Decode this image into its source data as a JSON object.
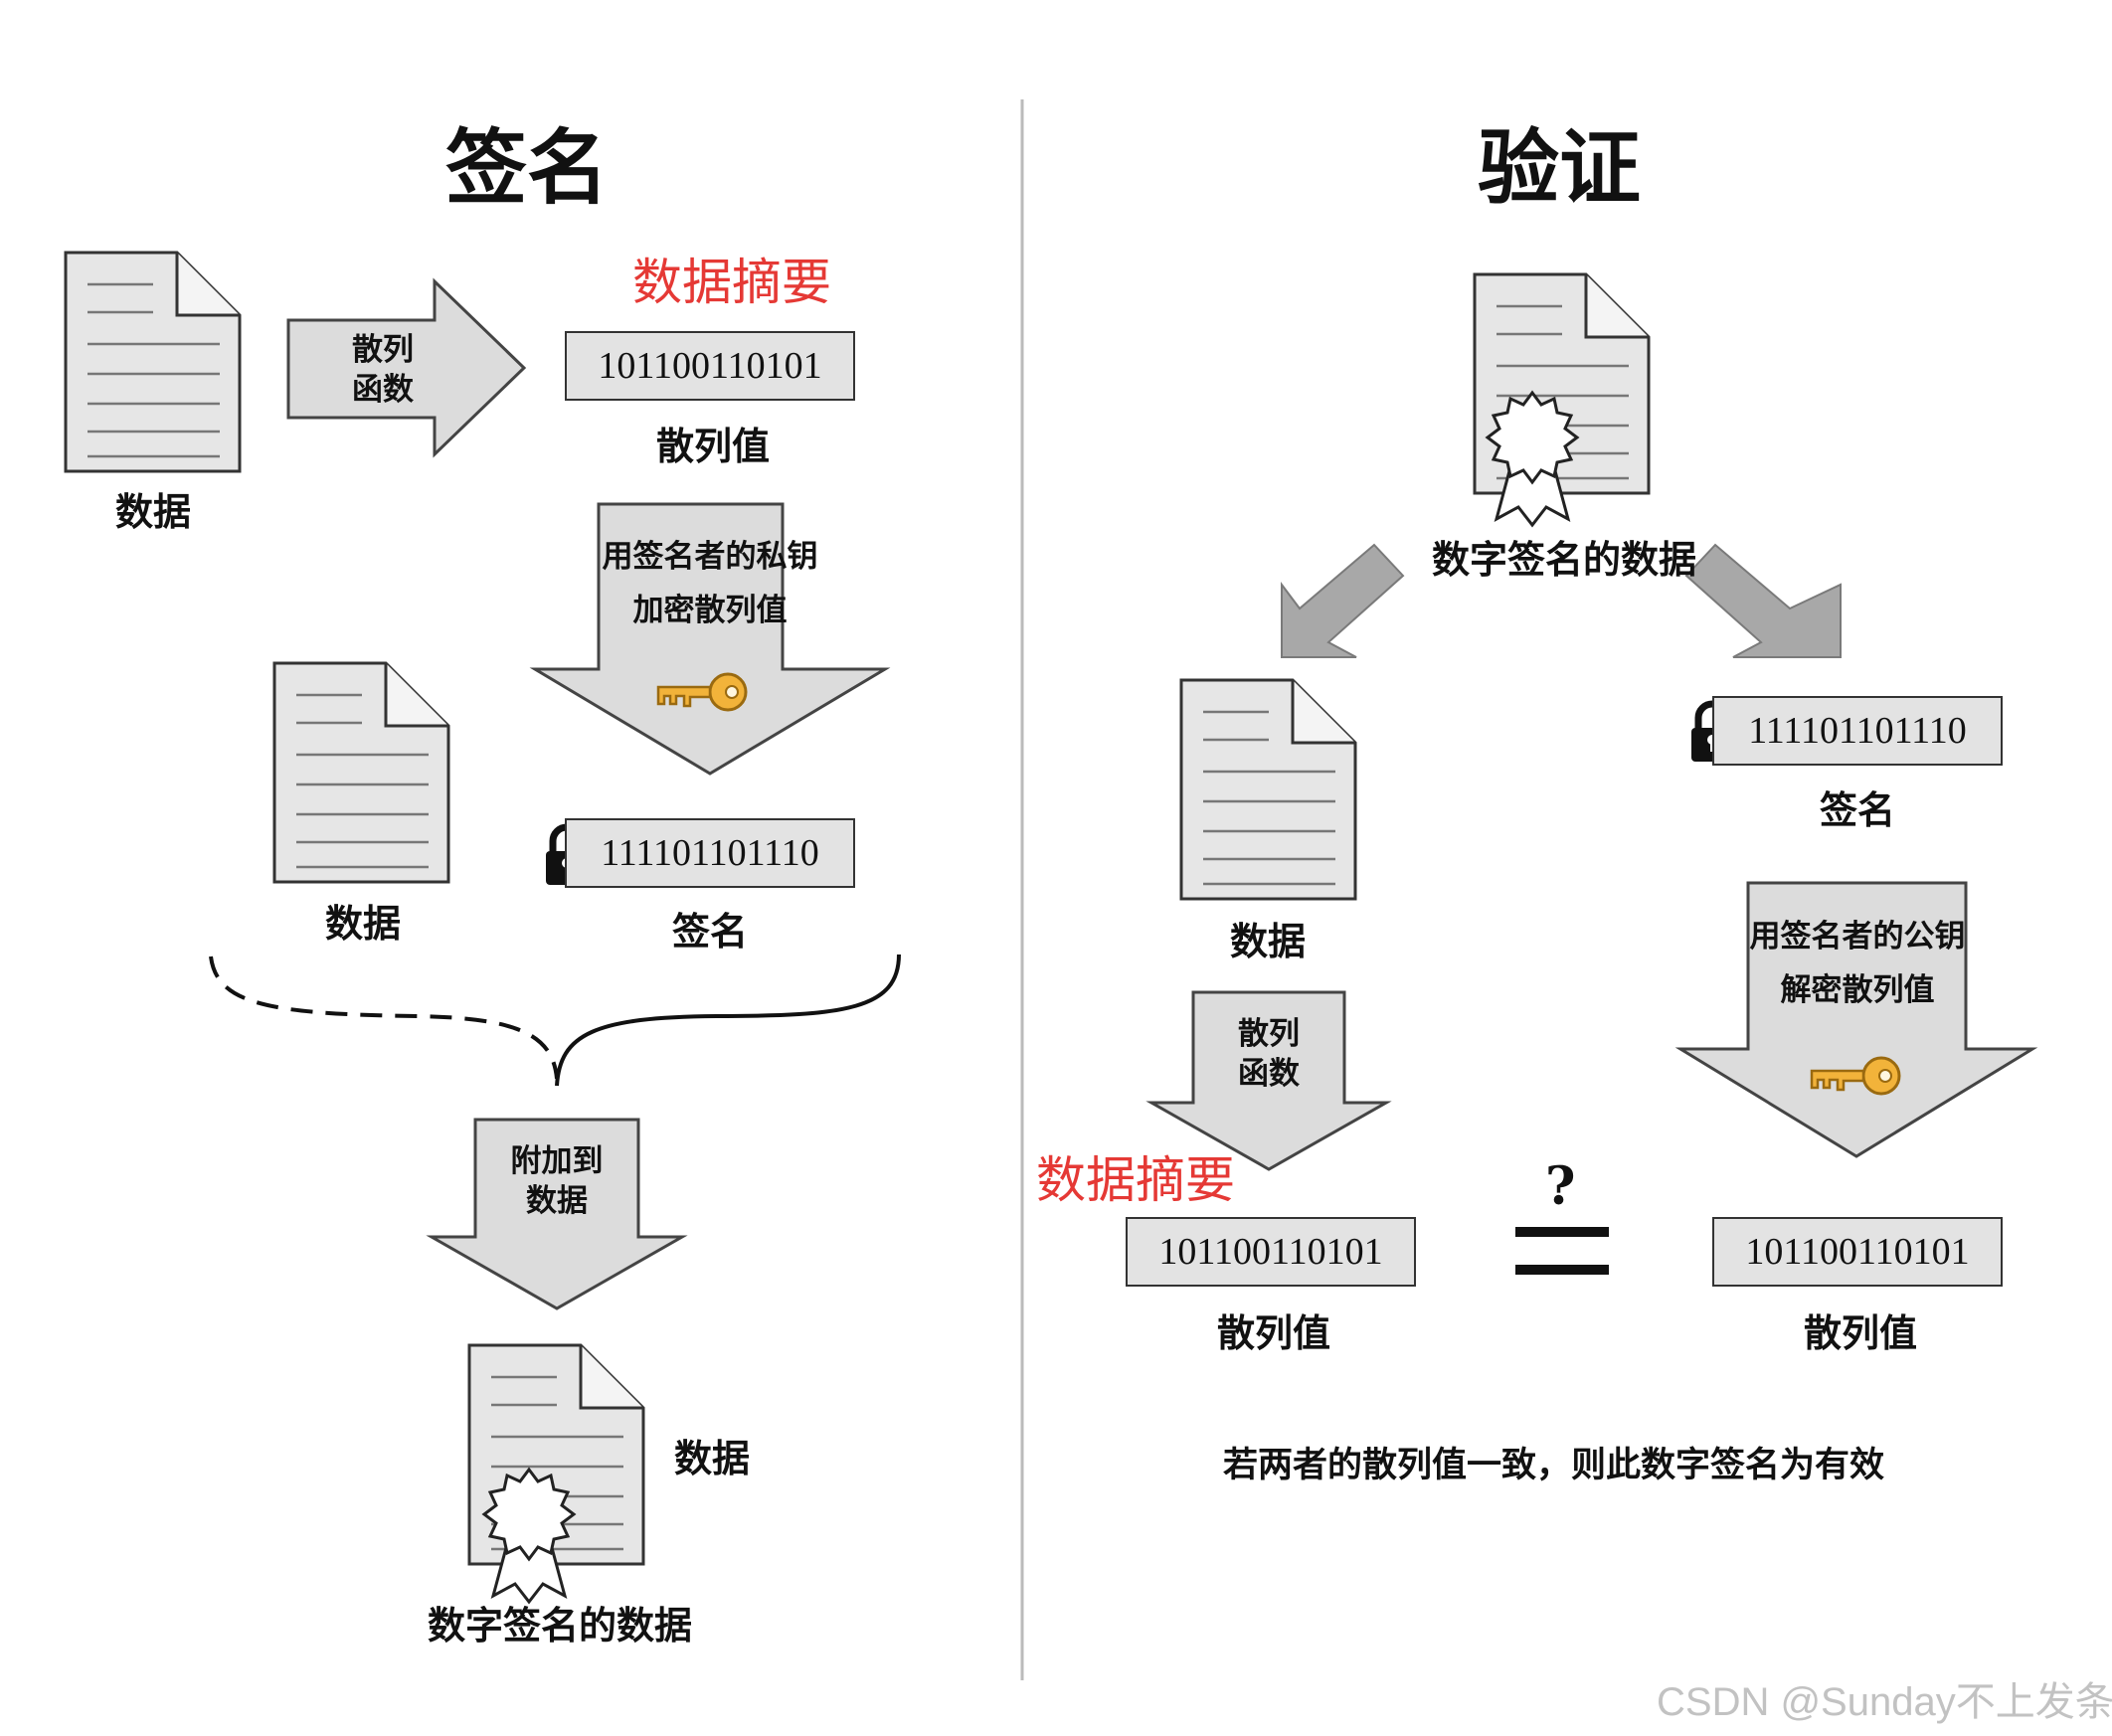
{
  "sign": {
    "title": "签名",
    "data_label": "数据",
    "hash_arrow": [
      "散列",
      "函数"
    ],
    "digest_note": "数据摘要",
    "hash_value": "101100110101",
    "hash_label": "散列值",
    "encrypt_arrow": [
      "用签名者的私钥",
      "加密散列值"
    ],
    "data_label_2": "数据",
    "signature_value": "111101101110",
    "signature_label": "签名",
    "attach_arrow": [
      "附加到",
      "数据"
    ],
    "result_data_label": "数据",
    "result_label": "数字签名的数据"
  },
  "verify": {
    "title": "验证",
    "signed_label": "数字签名的数据",
    "data_label": "数据",
    "signature_value": "111101101110",
    "signature_label": "签名",
    "hash_arrow": [
      "散列",
      "函数"
    ],
    "decrypt_arrow": [
      "用签名者的公钥",
      "解密散列值"
    ],
    "digest_note": "数据摘要",
    "question": "?",
    "hash_value_left": "101100110101",
    "hash_label_left": "散列值",
    "hash_value_right": "101100110101",
    "hash_label_right": "散列值",
    "conclusion": "若两者的散列值一致，则此数字签名为有效"
  },
  "watermark": "CSDN @Sunday不上发条",
  "colors": {
    "arrow_fill": "#dcdcdc",
    "arrow_stroke": "#444444",
    "page_fill": "#e6e6e6",
    "key": "#f2b33a",
    "note": "#e53935"
  }
}
